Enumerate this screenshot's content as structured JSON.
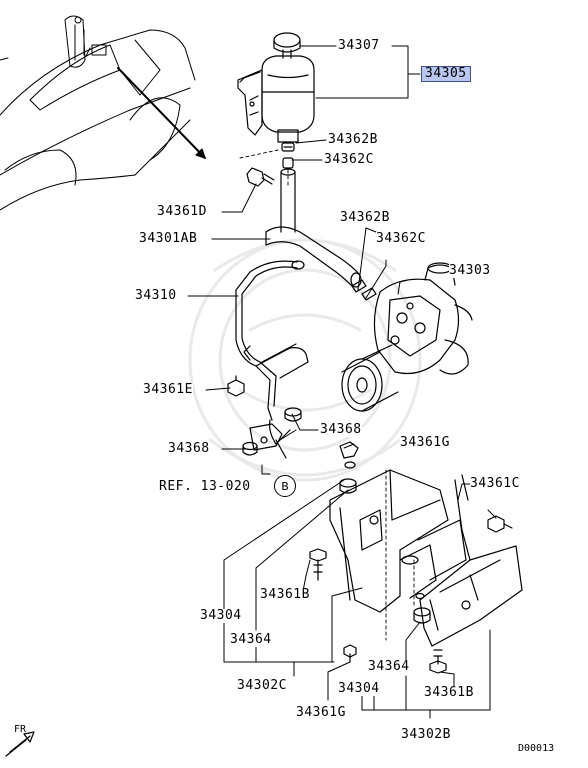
{
  "diagram": {
    "highlight_color": "#b9c6ef",
    "labels": {
      "p34307": "34307",
      "p34305": "34305",
      "p34362B_top": "34362B",
      "p34362C_top": "34362C",
      "p34361D": "34361D",
      "p34301AB": "34301AB",
      "p34362B_mid": "34362B",
      "p34362C_mid": "34362C",
      "p34303": "34303",
      "p34310": "34310",
      "p34361E": "34361E",
      "p34368_right": "34368",
      "p34368_left": "34368",
      "p34361G_top": "34361G",
      "ref": "REF. 13-020",
      "ref_circle": "B",
      "p34361C": "34361C",
      "p34361B_left": "34361B",
      "p34304_left": "34304",
      "p34364_left": "34364",
      "p34302C": "34302C",
      "p34364_right": "34364",
      "p34304_right": "34304",
      "p34361B_right": "34361B",
      "p34361G_bottom": "34361G",
      "p34302B": "34302B",
      "fr": "FR",
      "code": "D00013"
    }
  }
}
